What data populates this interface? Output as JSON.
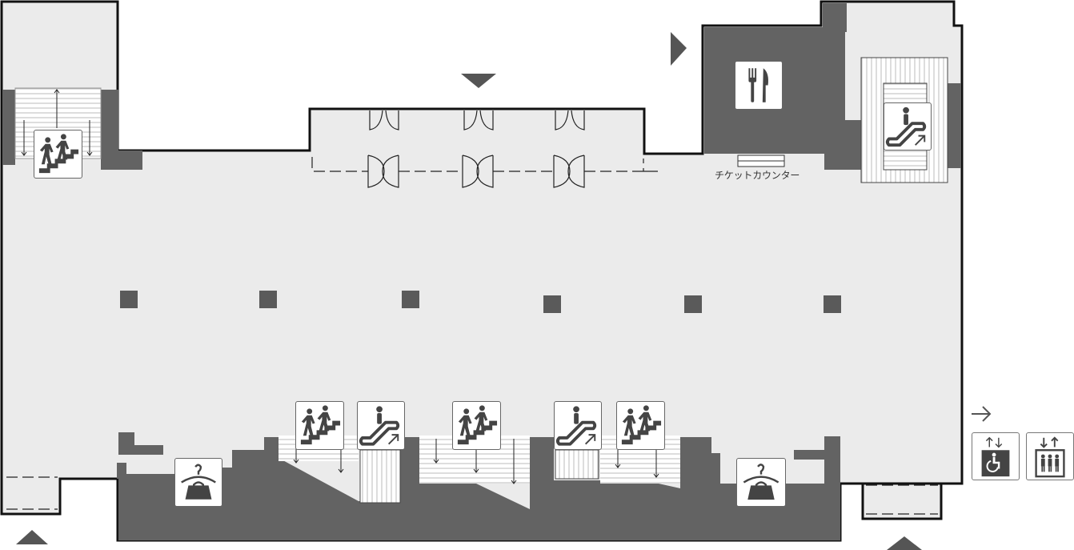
{
  "floor_map": {
    "ticket_counter_label": "チケットカウンター",
    "colors": {
      "floor": "#ebebeb",
      "wall": "#111111",
      "back_area": "#636363",
      "pillar": "#5a5a5a",
      "icon_border": "#666666",
      "icon_fill": "#444444"
    },
    "icons": [
      {
        "name": "restaurant-icon",
        "meaning": "fork-and-knife"
      },
      {
        "name": "stairs-icon",
        "meaning": "stairs"
      },
      {
        "name": "escalator-icon",
        "meaning": "escalator"
      },
      {
        "name": "cloakroom-icon",
        "meaning": "hanger-and-bag"
      },
      {
        "name": "arrow-right-icon",
        "meaning": "direction"
      },
      {
        "name": "accessible-elevator-icon",
        "meaning": "wheelchair-elevator"
      },
      {
        "name": "elevator-icon",
        "meaning": "elevator"
      }
    ]
  }
}
